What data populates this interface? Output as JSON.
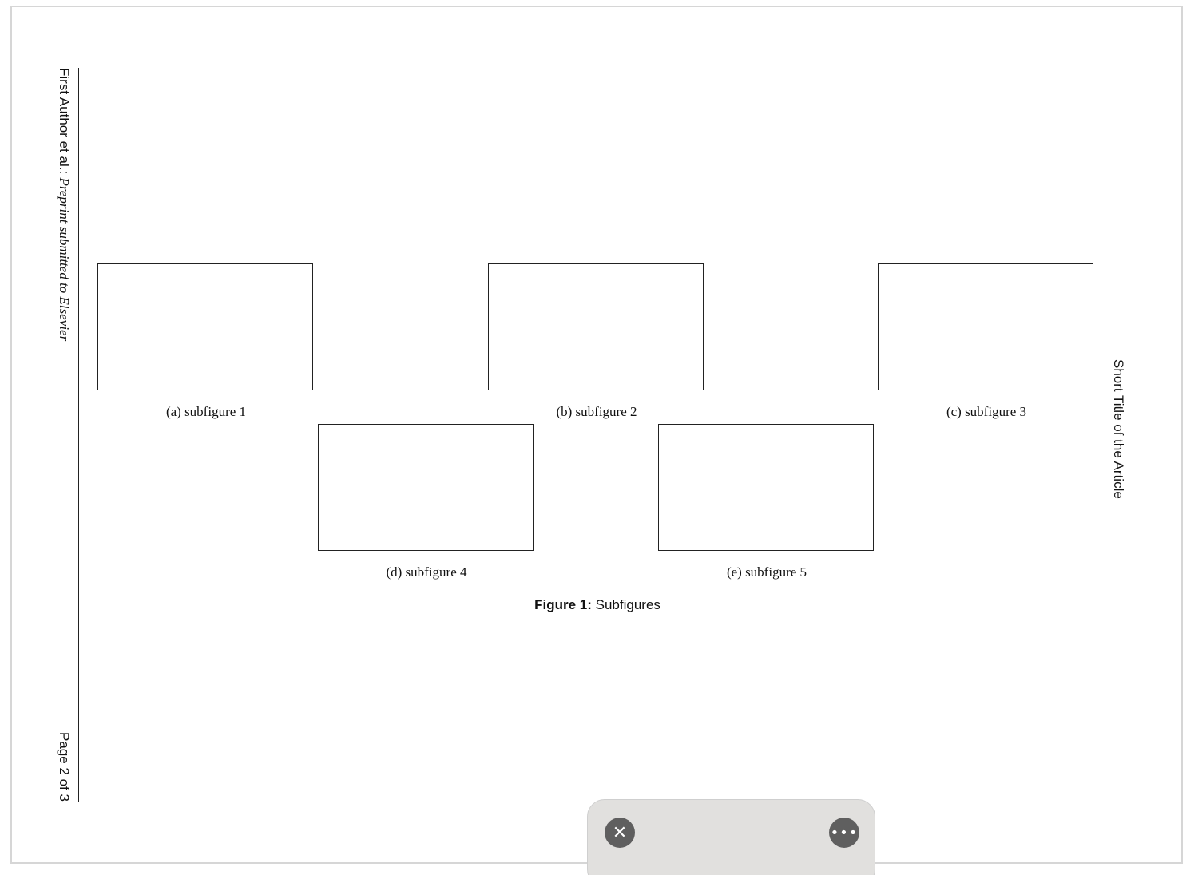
{
  "running_header": {
    "author": "First Author et al.:",
    "journal": "Preprint submitted to Elsevier",
    "page": "Page 2 of 3",
    "short_title": "Short Title of the Article"
  },
  "subfigures": [
    {
      "caption": "(a) subfigure 1"
    },
    {
      "caption": "(b) subfigure 2"
    },
    {
      "caption": "(c) subfigure 3"
    },
    {
      "caption": "(d) subfigure 4"
    },
    {
      "caption": "(e) subfigure 5"
    }
  ],
  "figure_caption": {
    "label": "Figure 1:",
    "text": "Subfigures"
  },
  "toolbar": {
    "close_icon": "close-icon",
    "close_glyph": "✕",
    "more_icon": "more-icon",
    "more_glyph": "•••"
  }
}
